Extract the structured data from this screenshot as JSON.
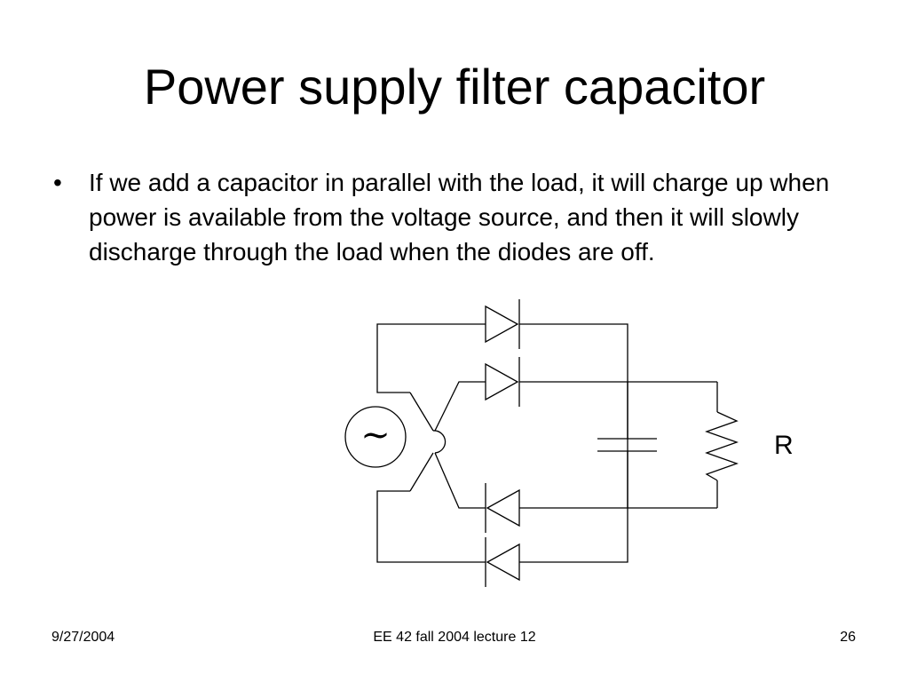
{
  "slide": {
    "title": "Power supply filter capacitor",
    "bullets": [
      "If we add a capacitor in parallel with the load, it will charge up when power is available from the voltage source, and then it will slowly discharge through the load when the diodes are off."
    ],
    "bullet_glyph": "•"
  },
  "circuit": {
    "source_symbol": "~",
    "resistor_label": "R"
  },
  "footer": {
    "date": "9/27/2004",
    "course": "EE 42 fall 2004 lecture 12",
    "page": "26"
  }
}
